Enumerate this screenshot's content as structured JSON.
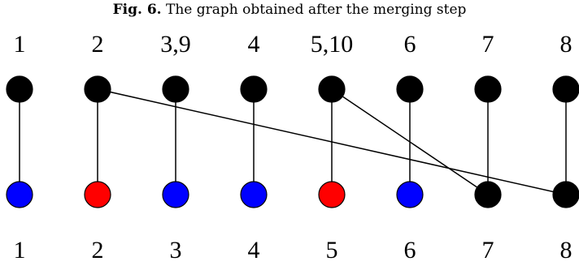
{
  "caption": {
    "label": "Fig. 6.",
    "text": "The graph obtained after the merging step"
  },
  "colors": {
    "black": "#000000",
    "blue": "#0000ff",
    "red": "#ff0000"
  },
  "top_nodes": [
    {
      "label": "1",
      "color": "black"
    },
    {
      "label": "2",
      "color": "black"
    },
    {
      "label": "3,9",
      "color": "black"
    },
    {
      "label": "4",
      "color": "black"
    },
    {
      "label": "5,10",
      "color": "black"
    },
    {
      "label": "6",
      "color": "black"
    },
    {
      "label": "7",
      "color": "black"
    },
    {
      "label": "8",
      "color": "black"
    }
  ],
  "bottom_nodes": [
    {
      "label": "1",
      "color": "blue"
    },
    {
      "label": "2",
      "color": "red"
    },
    {
      "label": "3",
      "color": "blue"
    },
    {
      "label": "4",
      "color": "blue"
    },
    {
      "label": "5",
      "color": "red"
    },
    {
      "label": "6",
      "color": "blue"
    },
    {
      "label": "7",
      "color": "black"
    },
    {
      "label": "8",
      "color": "black"
    }
  ],
  "edges": [
    {
      "from": 0,
      "to": 0
    },
    {
      "from": 1,
      "to": 1
    },
    {
      "from": 1,
      "to": 7
    },
    {
      "from": 2,
      "to": 2
    },
    {
      "from": 3,
      "to": 3
    },
    {
      "from": 4,
      "to": 4
    },
    {
      "from": 4,
      "to": 6
    },
    {
      "from": 5,
      "to": 5
    },
    {
      "from": 6,
      "to": 6
    },
    {
      "from": 7,
      "to": 7
    }
  ]
}
